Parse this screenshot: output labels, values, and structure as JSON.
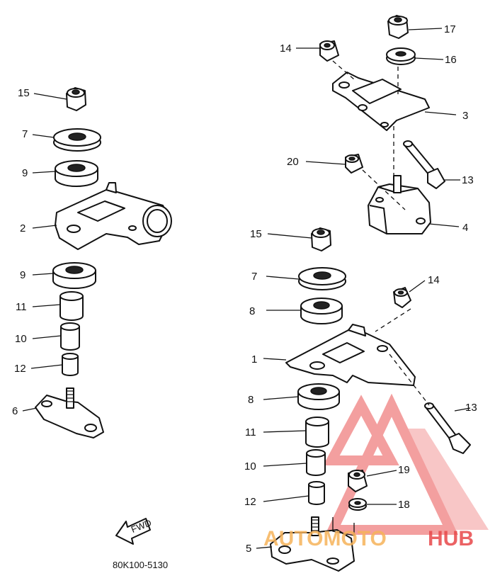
{
  "diagram": {
    "code": "80K100-5130",
    "direction_arrow_label": "FWD",
    "callouts": {
      "left": {
        "c15": "15",
        "c7": "7",
        "c9a": "9",
        "c2": "2",
        "c9b": "9",
        "c11": "11",
        "c10": "10",
        "c12": "12",
        "c6": "6"
      },
      "right": {
        "c17": "17",
        "c14a": "14",
        "c16": "16",
        "c3": "3",
        "c20": "20",
        "c13a": "13",
        "c4": "4",
        "c15": "15",
        "c7": "7",
        "c8a": "8",
        "c14b": "14",
        "c1": "1",
        "c8b": "8",
        "c13b": "13",
        "c11": "11",
        "c10": "10",
        "c19": "19",
        "c12": "12",
        "c18": "18",
        "c5": "5"
      }
    }
  },
  "watermark": {
    "brand_part1": "AUTOMOTO",
    "brand_part2": "HUB",
    "color_orange": "#f6b35a",
    "color_red": "#e8474a"
  }
}
